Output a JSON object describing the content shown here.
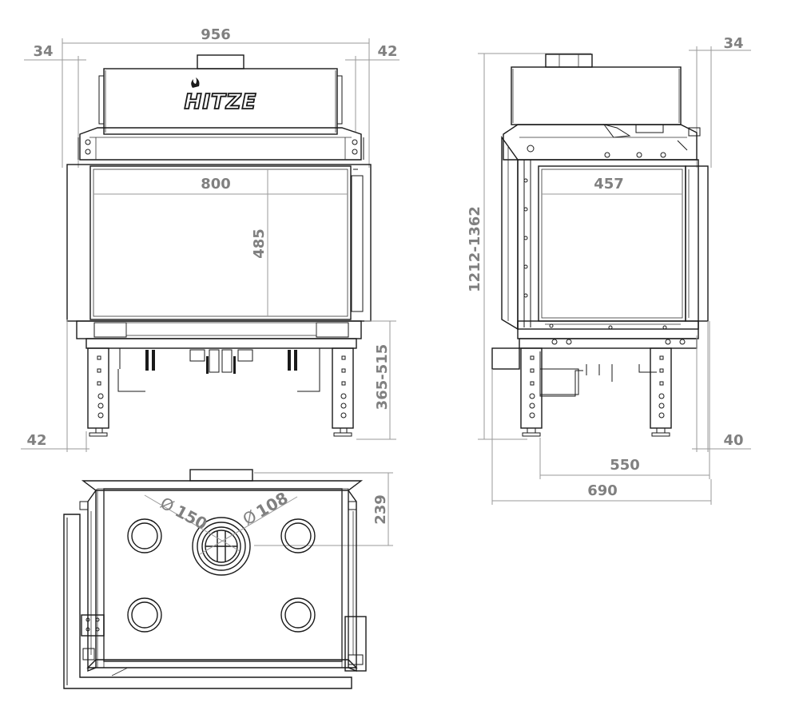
{
  "brand": {
    "logo_text": "HITZE"
  },
  "front_view": {
    "overall_width": "956",
    "left_offset_top": "34",
    "right_offset_top": "42",
    "left_offset_bottom": "42",
    "opening_width": "800",
    "opening_height": "485",
    "leg_height": "365-515"
  },
  "side_view": {
    "overall_height": "1212-1362",
    "opening_width": "457",
    "right_offset_top": "34",
    "right_offset_bottom": "40",
    "leg_span": "550",
    "overall_depth": "690"
  },
  "top_view": {
    "flue_depth": "239",
    "outlet_diameter_large": "150",
    "outlet_diameter_small": "108",
    "diameter_symbol": "Ø"
  }
}
